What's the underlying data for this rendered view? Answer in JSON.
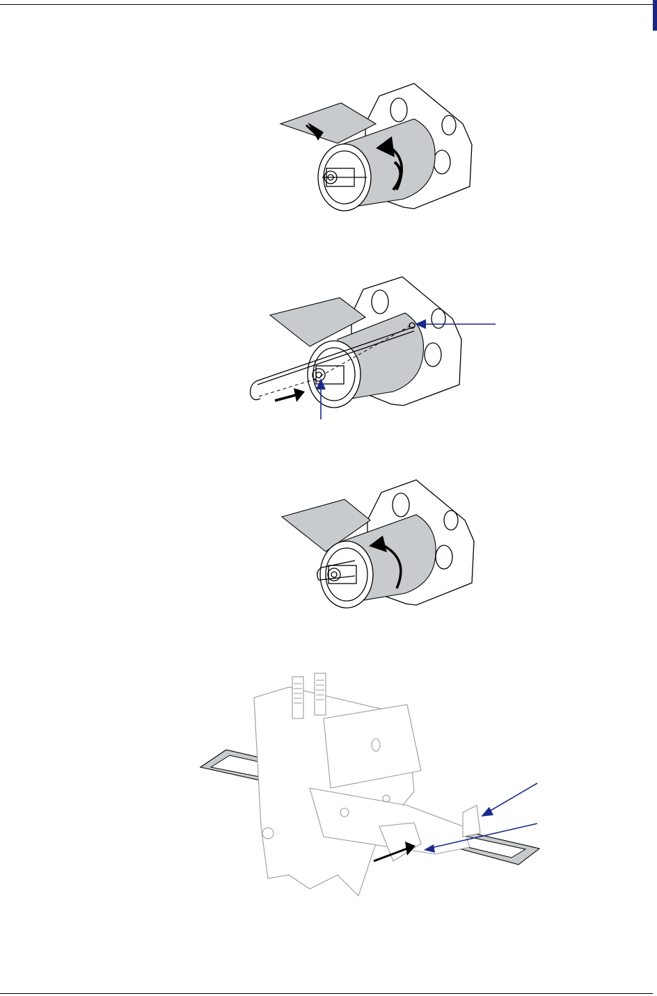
{
  "document": {
    "type": "printer manual page",
    "figures": [
      {
        "name": "ribbon-wrap-on-take-up-spindle",
        "arrows": [
          "feed-arrow",
          "rotate-arrow"
        ]
      },
      {
        "name": "insert-ribbon-hook",
        "callouts": [
          "spindle-slot-callout",
          "spindle-hole-callout"
        ]
      },
      {
        "name": "hook-installed-rotate-spindle",
        "arrows": [
          "rotate-arrow"
        ]
      },
      {
        "name": "printhead-assembly-media-guide",
        "callouts": [
          "outer-media-guide-callout",
          "inner-media-guide-callout"
        ]
      }
    ]
  },
  "colors": {
    "accent": "#1a237e",
    "callout": "#1a2a8c",
    "ribbon_fill": "#c8cbcd"
  }
}
